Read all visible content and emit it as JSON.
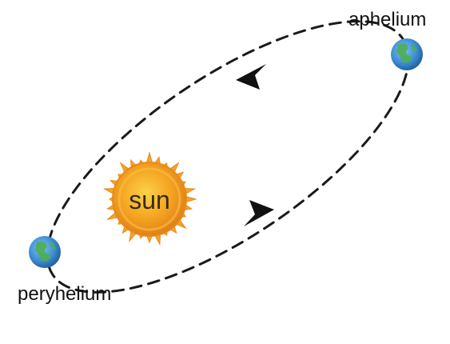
{
  "labels": {
    "aphelium": "aphelium",
    "perihelium": "peryhelium",
    "sun": "sun"
  },
  "colors": {
    "orbit": "#1a1a1a",
    "sun_core": "#f5a623",
    "sun_edge": "#e8891a",
    "sun_glow": "#f7c04a",
    "sun_text": "#3a2a10",
    "earth_ocean": "#3f8fd6",
    "earth_land": "#4caf50",
    "label_text": "#111111"
  },
  "icons": {
    "sun": "sun-icon",
    "earth": "earth-icon",
    "arrow": "orbit-arrow-icon"
  }
}
